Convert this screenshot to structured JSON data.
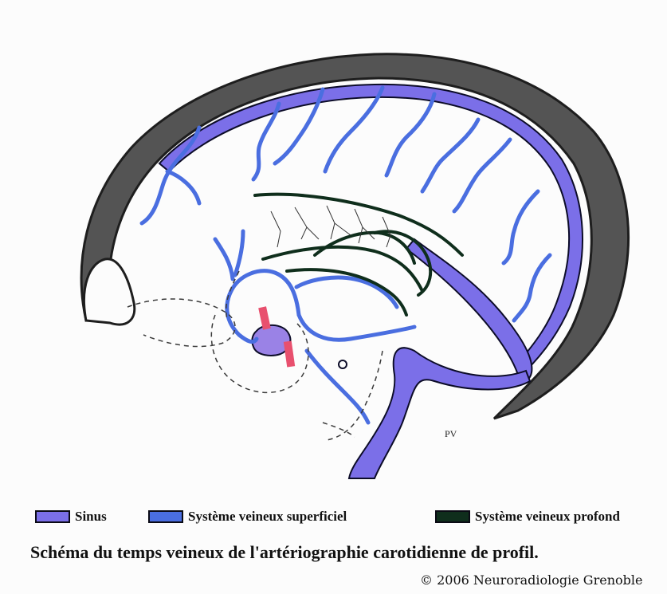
{
  "colors": {
    "skull": "#545454",
    "skull_outline": "#1e1e1e",
    "sinus": "#7b6fe8",
    "superficial": "#4a6ee0",
    "deep": "#0f2e1c",
    "outline": "#0c0c28",
    "lesion": "#9a82e6",
    "artery_marker": "#e8506e",
    "dashed": "#3a3a3a"
  },
  "legend": [
    {
      "label": "Sinus",
      "color": "#7b6fe8",
      "icon": "sinus-swatch"
    },
    {
      "label": "Système veineux superficiel",
      "color": "#4a6ee0",
      "icon": "superficial-swatch"
    },
    {
      "label": "Système veineux profond",
      "color": "#0f2e1c",
      "icon": "deep-swatch"
    }
  ],
  "diagram": {
    "signature": "PV"
  },
  "caption": "Schéma du temps veineux de l'artériographie carotidienne de profil.",
  "copyright": "© 2006 Neuroradiologie Grenoble"
}
